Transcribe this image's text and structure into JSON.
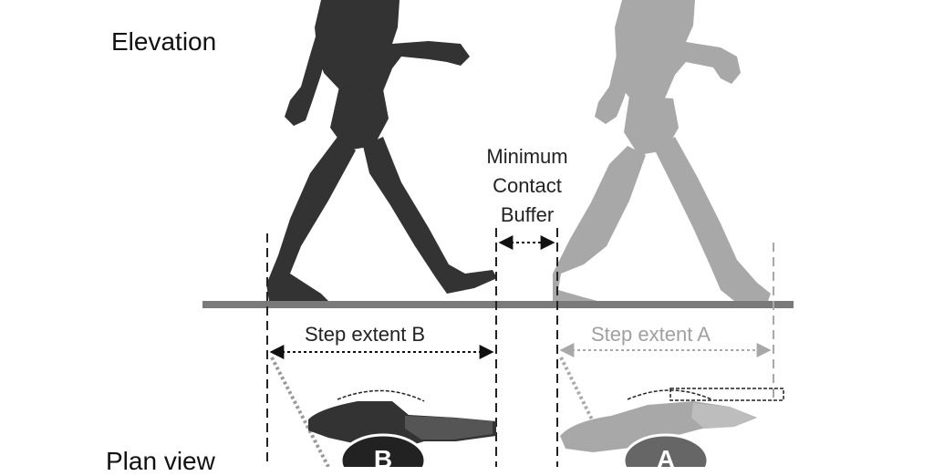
{
  "labels": {
    "elevation": "Elevation",
    "plan_view": "Plan view",
    "buffer_lines": [
      "Minimum",
      "Contact",
      "Buffer"
    ],
    "step_extent_b": "Step extent B",
    "step_extent_a": "Step extent A"
  },
  "figures": {
    "walker_b": {
      "name": "B",
      "color": "#333333"
    },
    "walker_a": {
      "name": "A",
      "color": "#a8a8a8"
    }
  },
  "colors": {
    "ground": "#7a7a7a",
    "dashed_lines_dark": "#222222",
    "dashed_lines_light": "#a8a8a8",
    "step_a_text": "#a0a0a0",
    "step_b_text": "#222222"
  }
}
